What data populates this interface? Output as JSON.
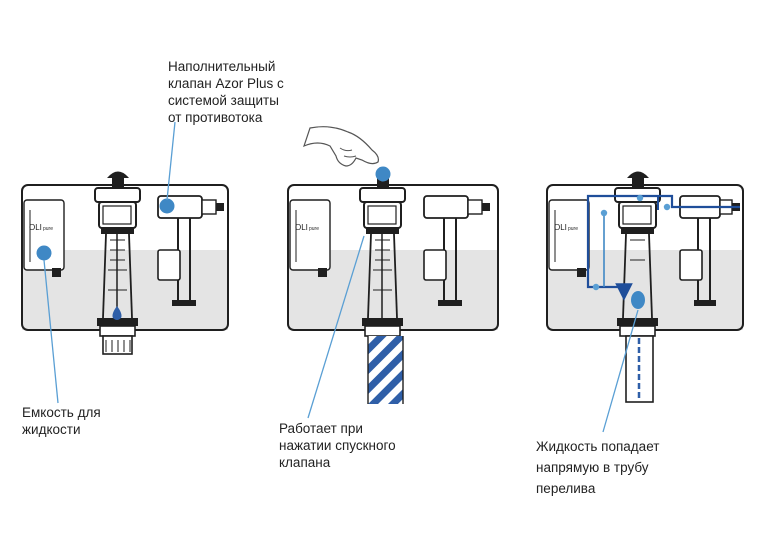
{
  "brand": {
    "logo_main": "OLI",
    "logo_sub": "pure"
  },
  "labels": {
    "fill_valve": [
      "Наполнительный",
      "клапан Azor Plus с",
      "системой защиты",
      "от противотока"
    ],
    "container": [
      "Емкость для",
      "жидкости"
    ],
    "flush": [
      "Работает при",
      "нажатии спускного",
      "клапана"
    ],
    "overflow": [
      "Жидкость попадает",
      "напрямую в трубу",
      "перелива"
    ]
  },
  "colors": {
    "outline": "#1f1f1f",
    "water": "#e4e4e4",
    "marker": "#3f88c5",
    "flow": "#1f4e9a",
    "pointer": "#5a9fd4"
  },
  "icons": [
    "hand-icon",
    "flow-arrow-icon",
    "water-drop-icon"
  ]
}
